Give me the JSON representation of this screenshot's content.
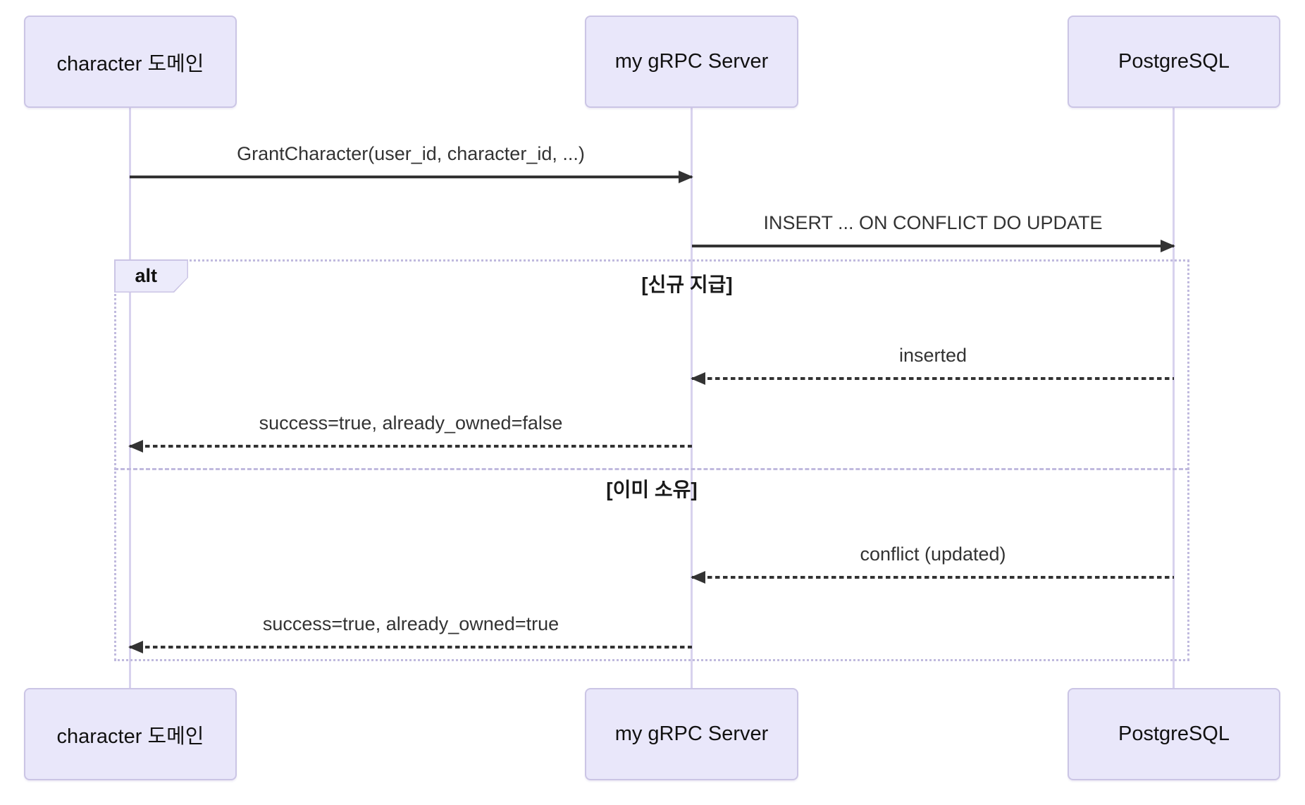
{
  "diagram_type": "sequence-diagram",
  "participants": {
    "character_domain": "character 도메인",
    "grpc_server": "my gRPC Server",
    "postgresql": "PostgreSQL"
  },
  "messages": {
    "grant_character": "GrantCharacter(user_id, character_id, ...)",
    "insert_upsert": "INSERT ... ON CONFLICT DO UPDATE",
    "inserted": "inserted",
    "success_new": "success=true, already_owned=false",
    "conflict_updated": "conflict (updated)",
    "success_owned": "success=true, already_owned=true"
  },
  "alt_block": {
    "keyword": "alt",
    "section1_condition": "[신규 지급]",
    "section2_condition": "[이미 소유]"
  },
  "colors": {
    "actor_fill": "#e9e7fa",
    "actor_border": "#cbc5e5",
    "lifeline": "#d8d2ee",
    "frame_border": "#c0bade",
    "arrow": "#333333",
    "text": "#333333"
  }
}
